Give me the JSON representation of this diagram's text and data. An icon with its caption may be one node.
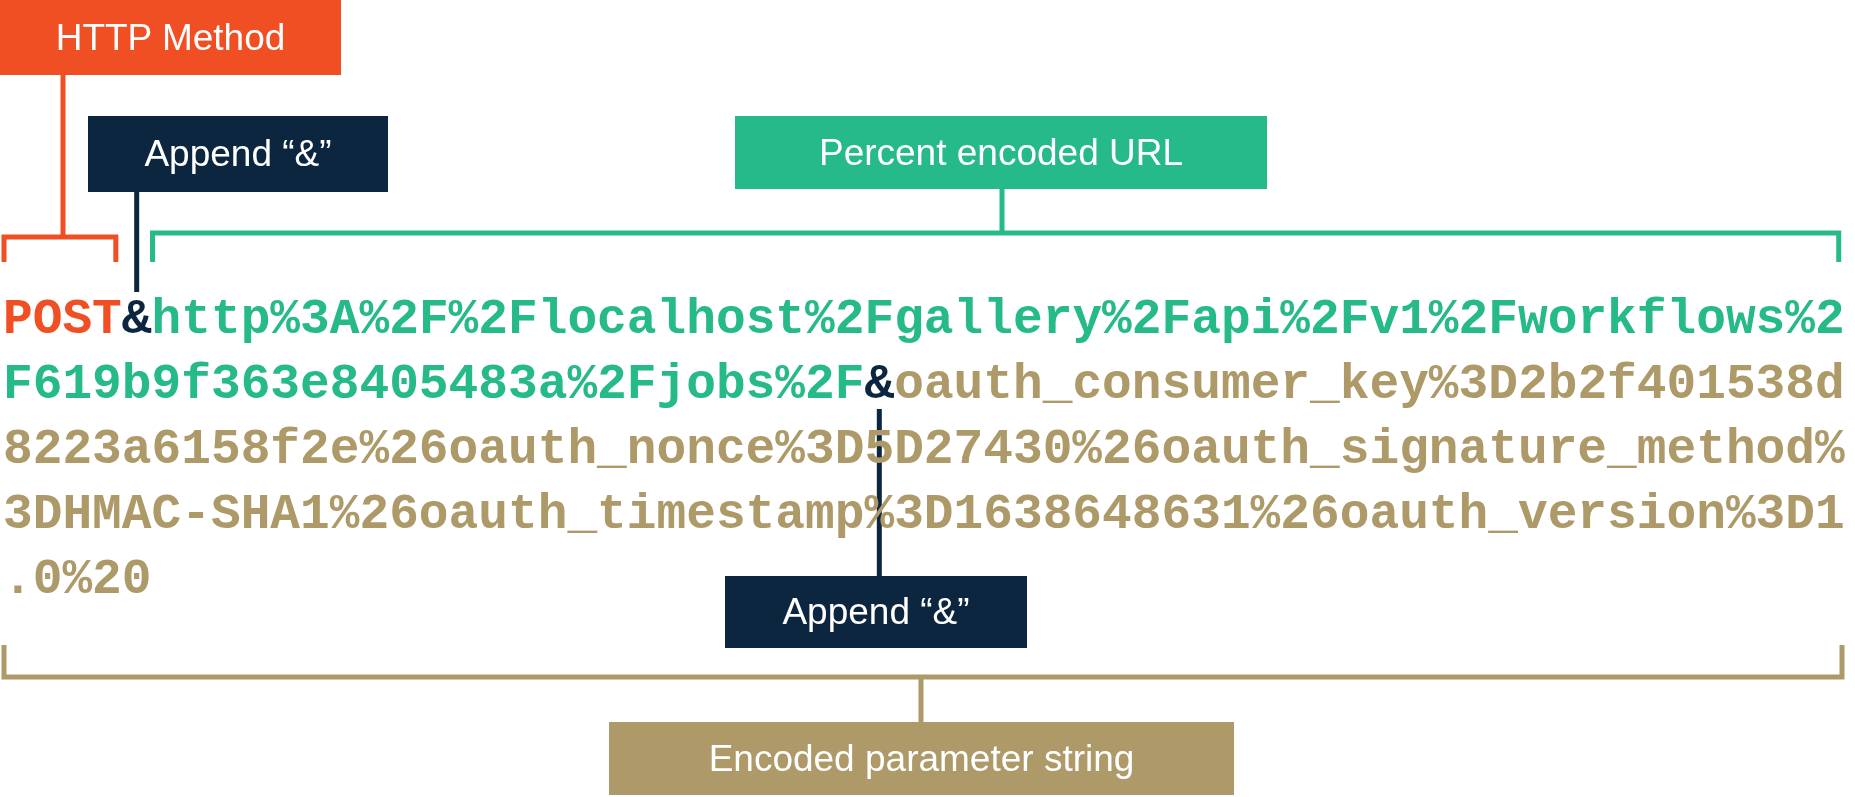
{
  "diagram": {
    "nodes": [
      {
        "text": [
          "HTTP Method"
        ]
      },
      {
        "text": [
          "Append “&”"
        ]
      },
      {
        "text": [
          "Percent encoded URL"
        ]
      },
      {
        "text": [
          "POST"
        ]
      },
      {
        "text": [
          "&"
        ]
      },
      {
        "text": [
          "http%3A%2F%2Flocalhost%2Fgallery%2Fapi%2Fv1%2Fworkflows%2F619b9f363e8405483a%2Fjobs%2F"
        ]
      },
      {
        "text": [
          "&"
        ]
      },
      {
        "text": [
          "oauth_consumer_key%3D2b2f401538d8223a6158f2e%26oauth_nonce%3D5D27430%26oauth_signature_method%3DHMAC-SHA1%26oauth_timestamp%3D1638648631%26oauth_version%3D1.0%20"
        ]
      },
      {
        "text": [
          "Append “&”"
        ]
      },
      {
        "text": [
          "Encoded parameter string"
        ]
      }
    ],
    "edges": [
      {
        "from": 0,
        "to": 3,
        "arrow": "none",
        "color": "#f04e23"
      },
      {
        "from": 1,
        "to": 4,
        "arrow": "none",
        "color": "#0d2640"
      },
      {
        "from": 2,
        "to": 5,
        "arrow": "none",
        "color": "#26b98a"
      },
      {
        "from": 8,
        "to": 6,
        "arrow": "none",
        "color": "#0d2640"
      },
      {
        "from": 9,
        "to": null,
        "arrow": "none",
        "color": "#ad9a68"
      }
    ]
  }
}
